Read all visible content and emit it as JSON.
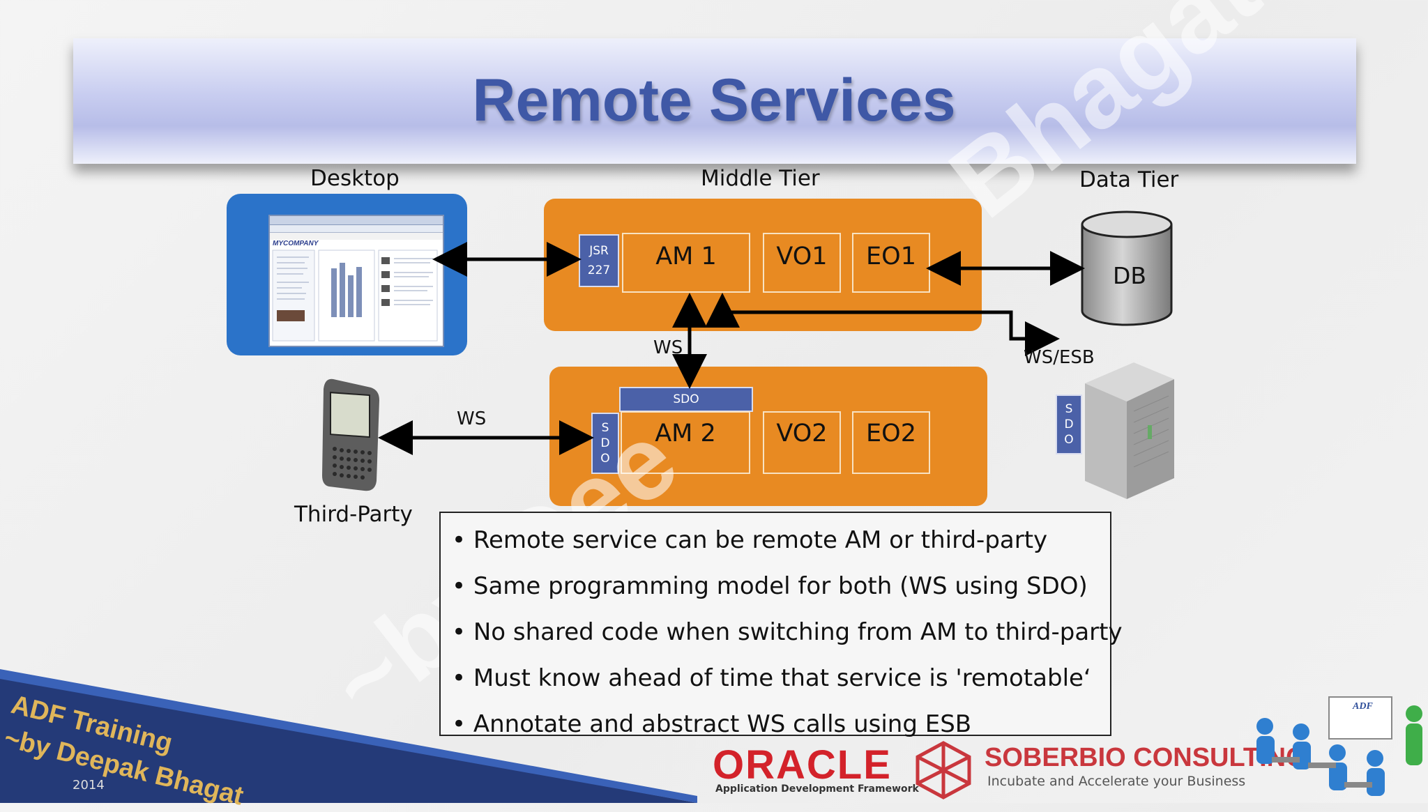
{
  "slide": {
    "title": "Remote Services"
  },
  "tiers": {
    "desktop": "Desktop",
    "middle": "Middle Tier",
    "data": "Data Tier",
    "third_party": "Third-Party"
  },
  "middle_top": {
    "jsr_line1": "JSR",
    "jsr_line2": "227",
    "am": "AM 1",
    "vo": "VO1",
    "eo": "EO1"
  },
  "middle_bottom": {
    "sdo_bar": "SDO",
    "sdo_side": [
      "S",
      "D",
      "O"
    ],
    "am": "AM 2",
    "vo": "VO2",
    "eo": "EO2"
  },
  "data_tier": {
    "db": "DB",
    "server_sdo": [
      "S",
      "D",
      "O"
    ]
  },
  "connectors": {
    "ws_vertical": "WS",
    "ws_third_party": "WS",
    "ws_esb": "WS/ESB"
  },
  "desktop_screen": {
    "brand": "MYCOMPANY"
  },
  "notes": [
    "• Remote service can be remote AM or third-party",
    "• Same programming model for both (WS using SDO)",
    "• No shared code when switching from AM to third-party",
    "• Must know ahead of time that service is 'remotable‘",
    "• Annotate and abstract WS calls using ESB"
  ],
  "footer": {
    "training_line1": "ADF Training",
    "training_line2": "~by Deepak Bhagat",
    "year": "2014",
    "oracle": "ORACLE",
    "oracle_sub": "Application Development Framework",
    "soberbio": "SOBERBIO CONSULTING",
    "soberbio_tag": "Incubate and Accelerate your Business",
    "adf_badge": "ADF"
  },
  "watermark": {
    "part1": "Bhagat",
    "part2": "~by Dee"
  },
  "colors": {
    "tier_orange": "#e88a22",
    "title_blue": "#3f58a6",
    "jsr_blue": "#4b61a8",
    "desktop_blue": "#2b73c9",
    "oracle_red": "#d3222a"
  }
}
